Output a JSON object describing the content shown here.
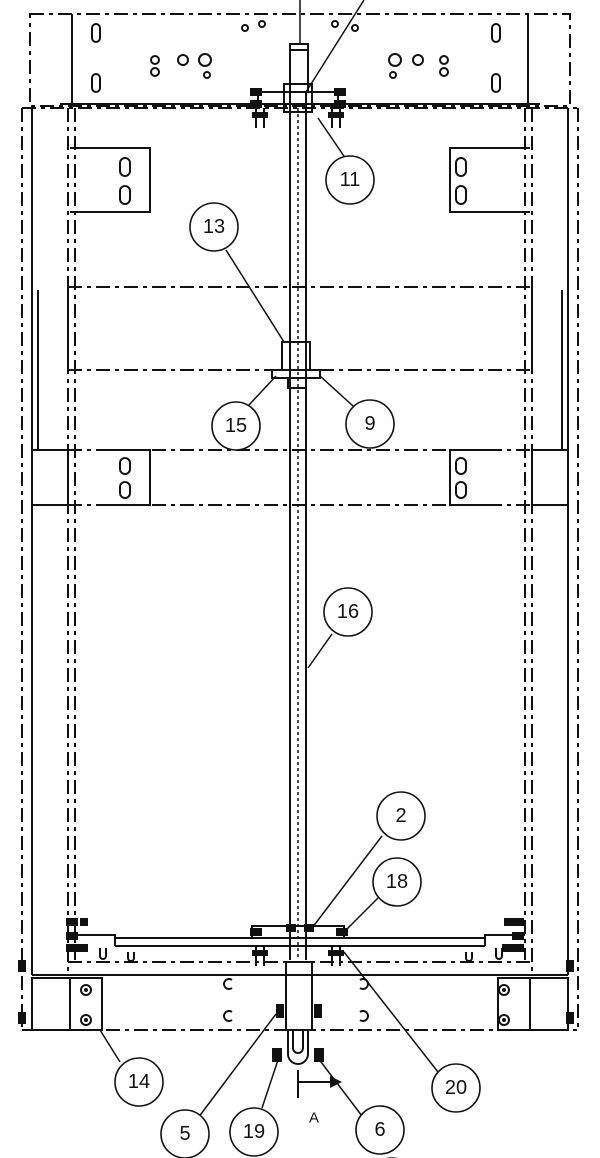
{
  "callouts": {
    "c2": "2",
    "c5": "5",
    "c6": "6",
    "c9": "9",
    "c11": "11",
    "c13": "13",
    "c14": "14",
    "c15": "15",
    "c16": "16",
    "c18": "18",
    "c19": "19",
    "c20": "20"
  },
  "section_marker": "A"
}
